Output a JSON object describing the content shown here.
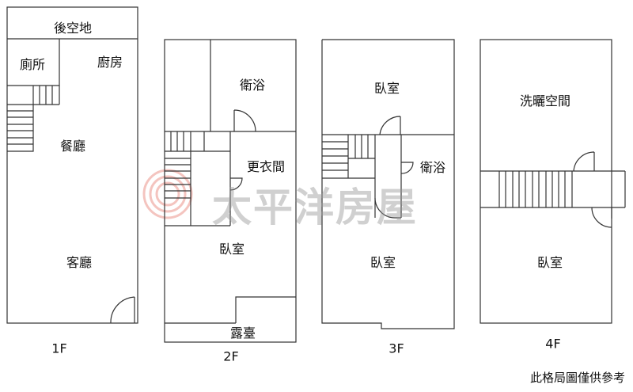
{
  "floors": [
    {
      "name": "1F",
      "rooms": [
        "後空地",
        "廁所",
        "廚房",
        "餐廳",
        "客廳"
      ]
    },
    {
      "name": "2F",
      "rooms": [
        "衛浴",
        "更衣間",
        "臥室",
        "露臺"
      ]
    },
    {
      "name": "3F",
      "rooms": [
        "臥室",
        "衛浴",
        "臥室"
      ]
    },
    {
      "name": "4F",
      "rooms": [
        "洗曬空間",
        "臥室"
      ]
    }
  ],
  "watermark": "太平洋房屋",
  "note": "此格局圖僅供參考",
  "colors": {
    "line": "#333333",
    "watermark_logo": "#e0594a"
  }
}
